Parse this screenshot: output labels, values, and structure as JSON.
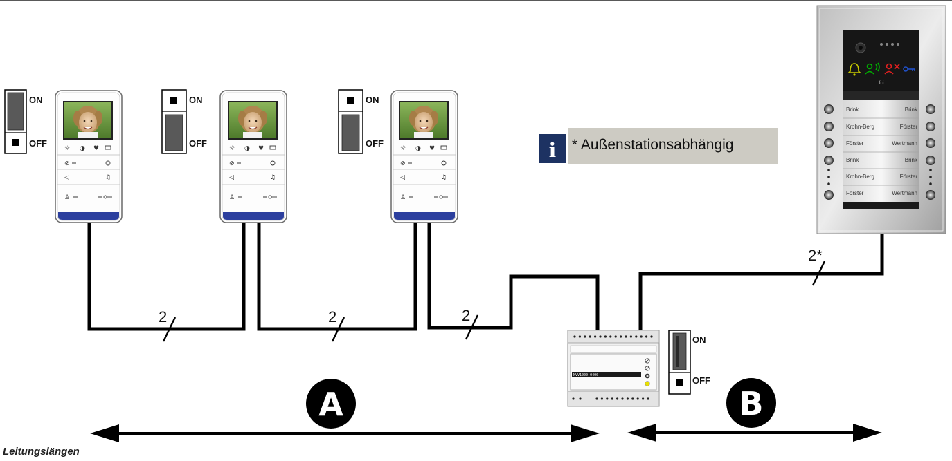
{
  "dip_switches": {
    "on_label": "ON",
    "off_label": "OFF"
  },
  "wire_labels": {
    "segment1": "2",
    "segment2": "2",
    "segment3": "2",
    "outdoor": "2*"
  },
  "info_box": {
    "icon": "i",
    "text": "* Außenstationsabhängig"
  },
  "door_station": {
    "names_left": [
      "Brink",
      "Krohn-Berg",
      "Förster",
      "Brink",
      "Krohn-Berg",
      "Förster"
    ],
    "names_right": [
      "Brink",
      "Förster",
      "Wertmann",
      "Brink",
      "Förster",
      "Wertmann"
    ],
    "keypad_label": "fci",
    "icons": [
      "bell-icon",
      "talk-icon",
      "no-call-icon",
      "key-icon"
    ]
  },
  "module": {
    "label": "NVV1000-0400"
  },
  "sections": {
    "a": "A",
    "b": "B"
  },
  "caption": "Leitungslängen",
  "colors": {
    "wire": "#000000",
    "monitor_base": "#2c3f9e",
    "info_panel": "#cdcbc3",
    "info_icon": "#1d3262",
    "bell": "#c6c900",
    "talk": "#00b000",
    "no_call": "#e02020",
    "key": "#2050c8"
  }
}
